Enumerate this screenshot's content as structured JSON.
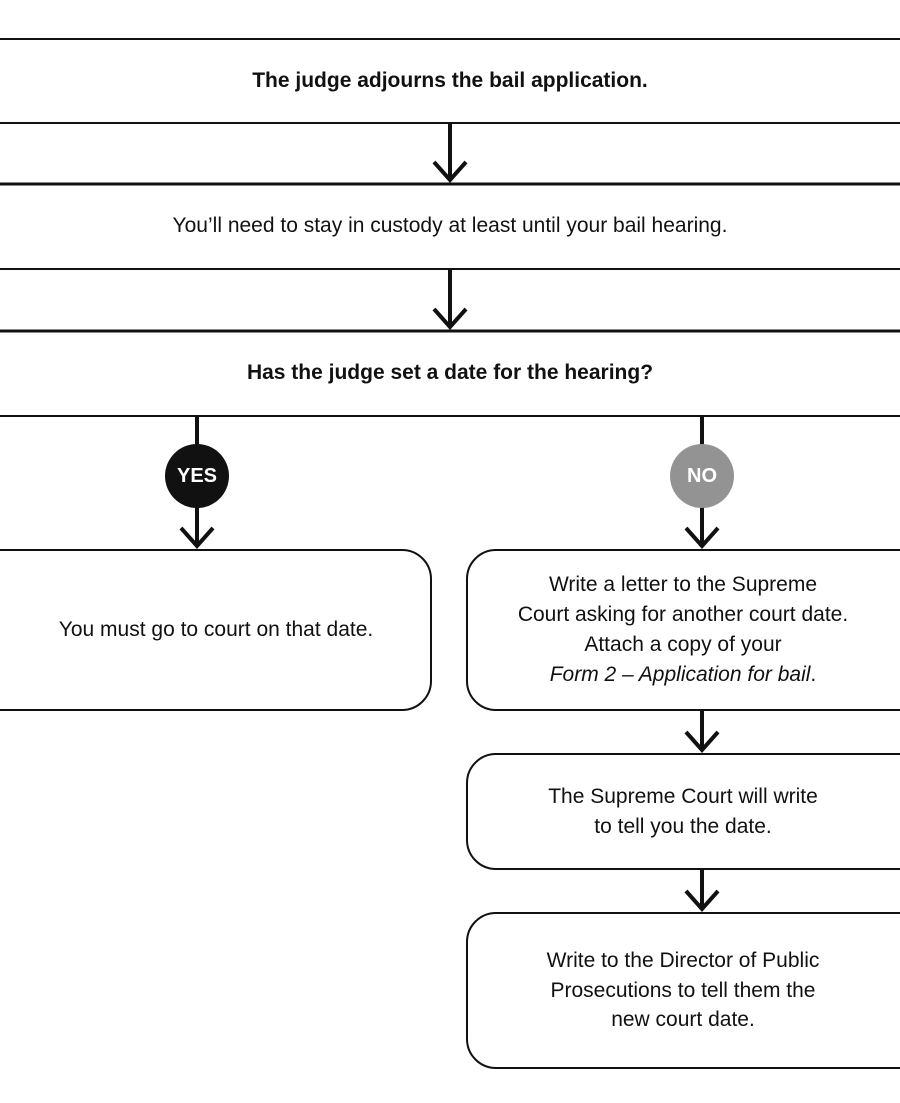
{
  "flow": {
    "step1": "The judge adjourns the bail application.",
    "step2": "You’ll need to stay in custody at least until your bail hearing.",
    "question": "Has the judge set a date for the hearing?",
    "yes": {
      "badge": "YES",
      "result": "You must go to court on that date."
    },
    "no": {
      "badge": "NO",
      "letter": {
        "line1": "Write a letter to the Supreme",
        "line2": "Court asking for another court date.",
        "line3": "Attach a copy of your",
        "form_name": "Form 2 – Application for bail",
        "form_suffix": "."
      },
      "court_reply": {
        "line1": "The Supreme Court will write",
        "line2": "to tell you the date."
      },
      "dpp": {
        "line1": "Write to the Director of Public",
        "line2": "Prosecutions to tell them the",
        "line3": "new court date."
      }
    }
  },
  "colors": {
    "ink": "#111111",
    "yes_badge": "#111111",
    "no_badge": "#939393"
  }
}
